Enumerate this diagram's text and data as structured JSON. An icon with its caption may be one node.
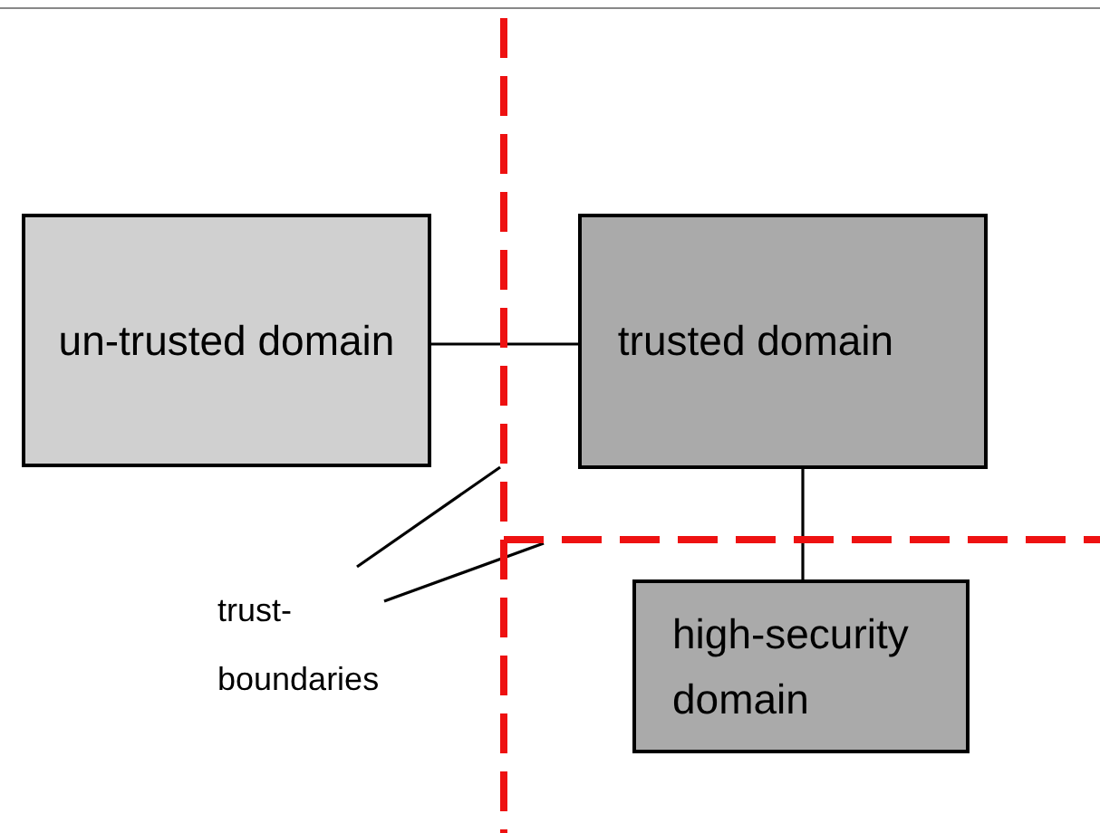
{
  "diagram": {
    "nodes": [
      {
        "text": [
          "un-trusted domain"
        ]
      },
      {
        "text": [
          "trusted domain"
        ]
      },
      {
        "text": [
          "high-security domain"
        ]
      },
      {
        "text": [
          "trust- boundaries"
        ]
      },
      {
        "text": [],
        "shape": "line"
      },
      {
        "text": [],
        "shape": "line"
      }
    ],
    "edges": [
      {
        "from": 0,
        "to": 1,
        "arrow": "none"
      },
      {
        "from": 1,
        "to": 2,
        "arrow": "none"
      },
      {
        "from": 3,
        "to": 4,
        "arrow": "none"
      },
      {
        "from": 3,
        "to": 5,
        "arrow": "none"
      }
    ]
  }
}
